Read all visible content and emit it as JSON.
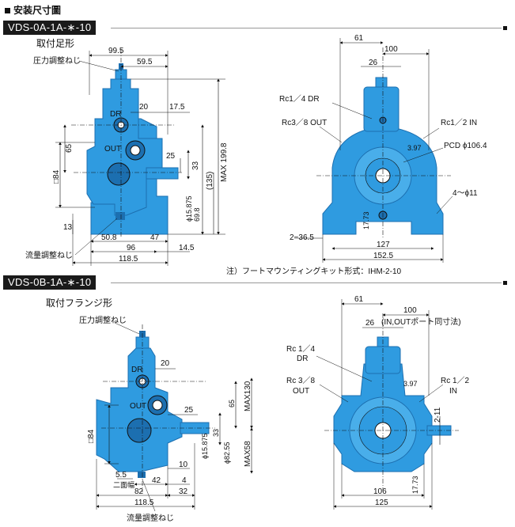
{
  "header": {
    "title": "安装尺寸圖"
  },
  "sectionA": {
    "model": "VDS-0A-1A-∗-10",
    "mount": "取付足形",
    "left_dims": {
      "d99_5": "99.5",
      "d59_5": "59.5",
      "d20": "20",
      "d17_5": "17.5",
      "d65": "65",
      "sq84": "□84",
      "d13": "13",
      "d25": "25",
      "d33": "33",
      "d135": "(135)",
      "dmax": "MAX 199.8",
      "d69_8": "69.8",
      "dshaft": "ϕ15.875",
      "d50_8": "50.8",
      "d47": "47",
      "d96": "96",
      "d14_5": "14.5",
      "d118_5": "118.5"
    },
    "left_labels": {
      "pressure_adj": "圧力調整ねじ",
      "flow_adj": "流量調整ねじ",
      "dr": "DR",
      "out": "OUT"
    },
    "right_dims": {
      "d61": "61",
      "d100": "100",
      "d26": "26",
      "d3_97": "3.97",
      "d17_73": "17.73",
      "d36_5": "2−36.5",
      "d127": "127",
      "d152_5": "152.5",
      "holes": "4～ϕ11"
    },
    "right_labels": {
      "rc14": "Rc1／4 DR",
      "rc38": "Rc3／8 OUT",
      "rc12": "Rc1／2 IN",
      "pcd": "PCD ϕ106.4"
    },
    "note": "注）フートマウンティングキット形式：IHM-2-10"
  },
  "sectionB": {
    "model": "VDS-0B-1A-∗-10",
    "mount": "取付フランジ形",
    "left_dims": {
      "d20": "20",
      "d25": "25",
      "d33": "33",
      "d65": "65",
      "sq84": "□84",
      "dmax130": "MAX130",
      "dmax58": "MAX58",
      "dshaft": "ϕ15.875",
      "d82": "ϕ82.55",
      "d10": "10",
      "d5_5": "5.5",
      "d42": "42",
      "d4": "4",
      "d82b": "82",
      "d32": "32",
      "d118_5": "118.5"
    },
    "left_labels": {
      "pressure_adj": "圧力調整ねじ",
      "flow_adj": "流量調整ねじ",
      "dr": "DR",
      "out": "OUT",
      "mm": "二面幅"
    },
    "right_dims": {
      "d61": "61",
      "d100": "100",
      "d26": "26",
      "d3_97": "3.97",
      "d2_11": "2-11",
      "d17_73": "17.73",
      "d106": "106",
      "d125": "125"
    },
    "right_labels": {
      "port_note": "(IN,OUTポート同寸法)",
      "rc14": "Rc 1／4",
      "dr": "DR",
      "rc38": "Rc 3／8",
      "out": "OUT",
      "rc12": "Rc 1／2",
      "in": "IN"
    }
  },
  "colors": {
    "pump": "#2f9be0",
    "pump_dark": "#1c6fb0",
    "line": "#111111"
  }
}
